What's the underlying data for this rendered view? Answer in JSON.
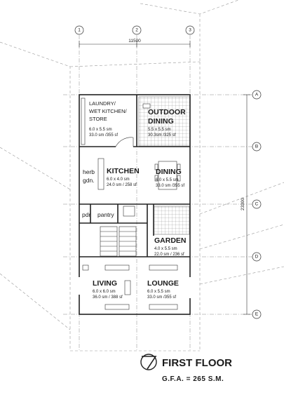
{
  "grid_lines": {
    "columns": [
      "1",
      "2",
      "3"
    ],
    "rows": [
      "A",
      "B",
      "C",
      "D",
      "E"
    ]
  },
  "dimensions": {
    "overall_width": "11500",
    "overall_length": "23300"
  },
  "rooms": {
    "laundry": {
      "title_lines": [
        "LAUNDRY/",
        "WET KITCHEN/",
        "STORE"
      ],
      "size": "6.0 x 5.5 sm",
      "area": "33.0 sm /355 sf"
    },
    "outdoor_dining": {
      "title_lines": [
        "OUTDOOR",
        "DINING"
      ],
      "size": "5.5 x 5.5 sm",
      "area": "30.3sm /325 sf"
    },
    "kitchen": {
      "title": "KITCHEN",
      "size": "6.0 x 4.0 sm",
      "area": "24.0 sm / 258 sf"
    },
    "herb_garden": {
      "title_lines": [
        "herb",
        "gdn."
      ]
    },
    "dining": {
      "title": "DINING",
      "size": "6.0 x 5.5 sm",
      "area": "33.0 sm /355 sf"
    },
    "pdr": {
      "title": "pdr"
    },
    "pantry": {
      "title": "pantry"
    },
    "garden": {
      "title": "GARDEN",
      "size": "4.0 x 5.5 sm",
      "area": "22.0 sm / 236 sf"
    },
    "living": {
      "title": "LIVING",
      "size": "6.0 x 6.0 sm",
      "area": "36.0 sm / 388 sf"
    },
    "lounge": {
      "title": "LOUNGE",
      "size": "6.0 x 5.5 sm",
      "area": "33.0 sm /355 sf"
    }
  },
  "title_block": {
    "title": "FIRST FLOOR",
    "gfa": "G.F.A. = 265 S.M."
  }
}
